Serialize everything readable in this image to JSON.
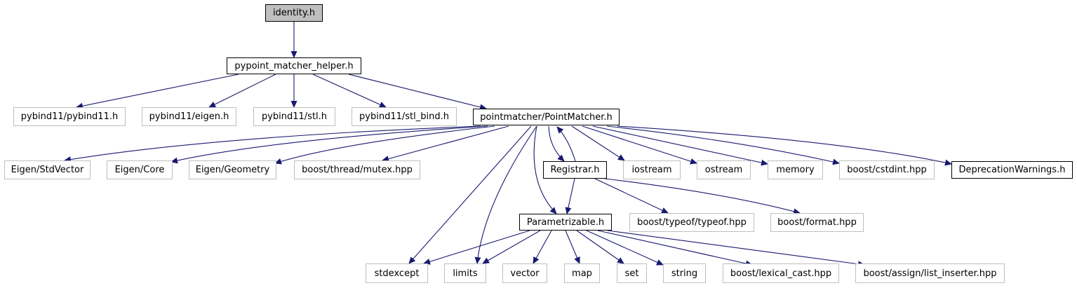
{
  "diagram": {
    "colors": {
      "edge": "#191970",
      "external_border": "#bfbfbf",
      "root_fill": "#bfbfbf",
      "node_border": "#000000"
    },
    "nodes": {
      "identity": "identity.h",
      "helper": "pypoint_matcher_helper.h",
      "pybind11": "pybind11/pybind11.h",
      "eigen_h": "pybind11/eigen.h",
      "stl": "pybind11/stl.h",
      "stl_bind": "pybind11/stl_bind.h",
      "pointmatcher": "pointmatcher/PointMatcher.h",
      "stdvector": "Eigen/StdVector",
      "core": "Eigen/Core",
      "geometry": "Eigen/Geometry",
      "mutex": "boost/thread/mutex.hpp",
      "registrar": "Registrar.h",
      "iostream": "iostream",
      "ostream": "ostream",
      "memory": "memory",
      "cstdint": "boost/cstdint.hpp",
      "deprecation": "DeprecationWarnings.h",
      "typeof": "boost/typeof/typeof.hpp",
      "format": "boost/format.hpp",
      "parametrizable": "Parametrizable.h",
      "stdexcept": "stdexcept",
      "limits": "limits",
      "vector": "vector",
      "map": "map",
      "set": "set",
      "string": "string",
      "lexical_cast": "boost/lexical_cast.hpp",
      "list_inserter": "boost/assign/list_inserter.hpp"
    }
  }
}
